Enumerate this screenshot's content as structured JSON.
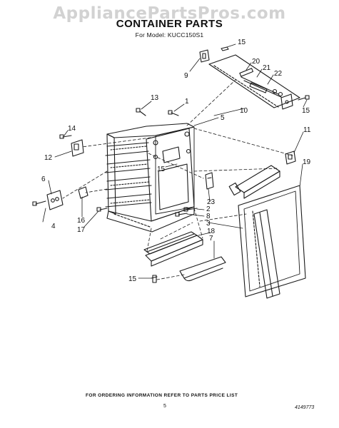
{
  "header": {
    "watermark": "AppliancePartsPros.com",
    "title": "CONTAINER PARTS",
    "model_line": "For Model: KUCC150S1"
  },
  "callouts": [
    {
      "id": "c15a",
      "text": "15"
    },
    {
      "id": "c9",
      "text": "9"
    },
    {
      "id": "c20",
      "text": "20"
    },
    {
      "id": "c21",
      "text": "21"
    },
    {
      "id": "c22",
      "text": "22"
    },
    {
      "id": "c13",
      "text": "13"
    },
    {
      "id": "c1",
      "text": "1"
    },
    {
      "id": "c10",
      "text": "10"
    },
    {
      "id": "c5",
      "text": "5"
    },
    {
      "id": "c15b",
      "text": "15"
    },
    {
      "id": "c11",
      "text": "11"
    },
    {
      "id": "c14",
      "text": "14"
    },
    {
      "id": "c12",
      "text": "12"
    },
    {
      "id": "c15c",
      "text": "15"
    },
    {
      "id": "c19",
      "text": "19"
    },
    {
      "id": "c6",
      "text": "6"
    },
    {
      "id": "c23",
      "text": "23"
    },
    {
      "id": "c2",
      "text": "2"
    },
    {
      "id": "c8",
      "text": "8"
    },
    {
      "id": "c3",
      "text": "3"
    },
    {
      "id": "c16",
      "text": "16"
    },
    {
      "id": "c17",
      "text": "17"
    },
    {
      "id": "c4",
      "text": "4"
    },
    {
      "id": "c18",
      "text": "18"
    },
    {
      "id": "c7",
      "text": "7"
    },
    {
      "id": "c15d",
      "text": "15"
    }
  ],
  "footer": {
    "ordering_note": "FOR ORDERING INFORMATION REFER TO PARTS PRICE LIST",
    "page_number": "5",
    "reference_code": "4149773"
  }
}
